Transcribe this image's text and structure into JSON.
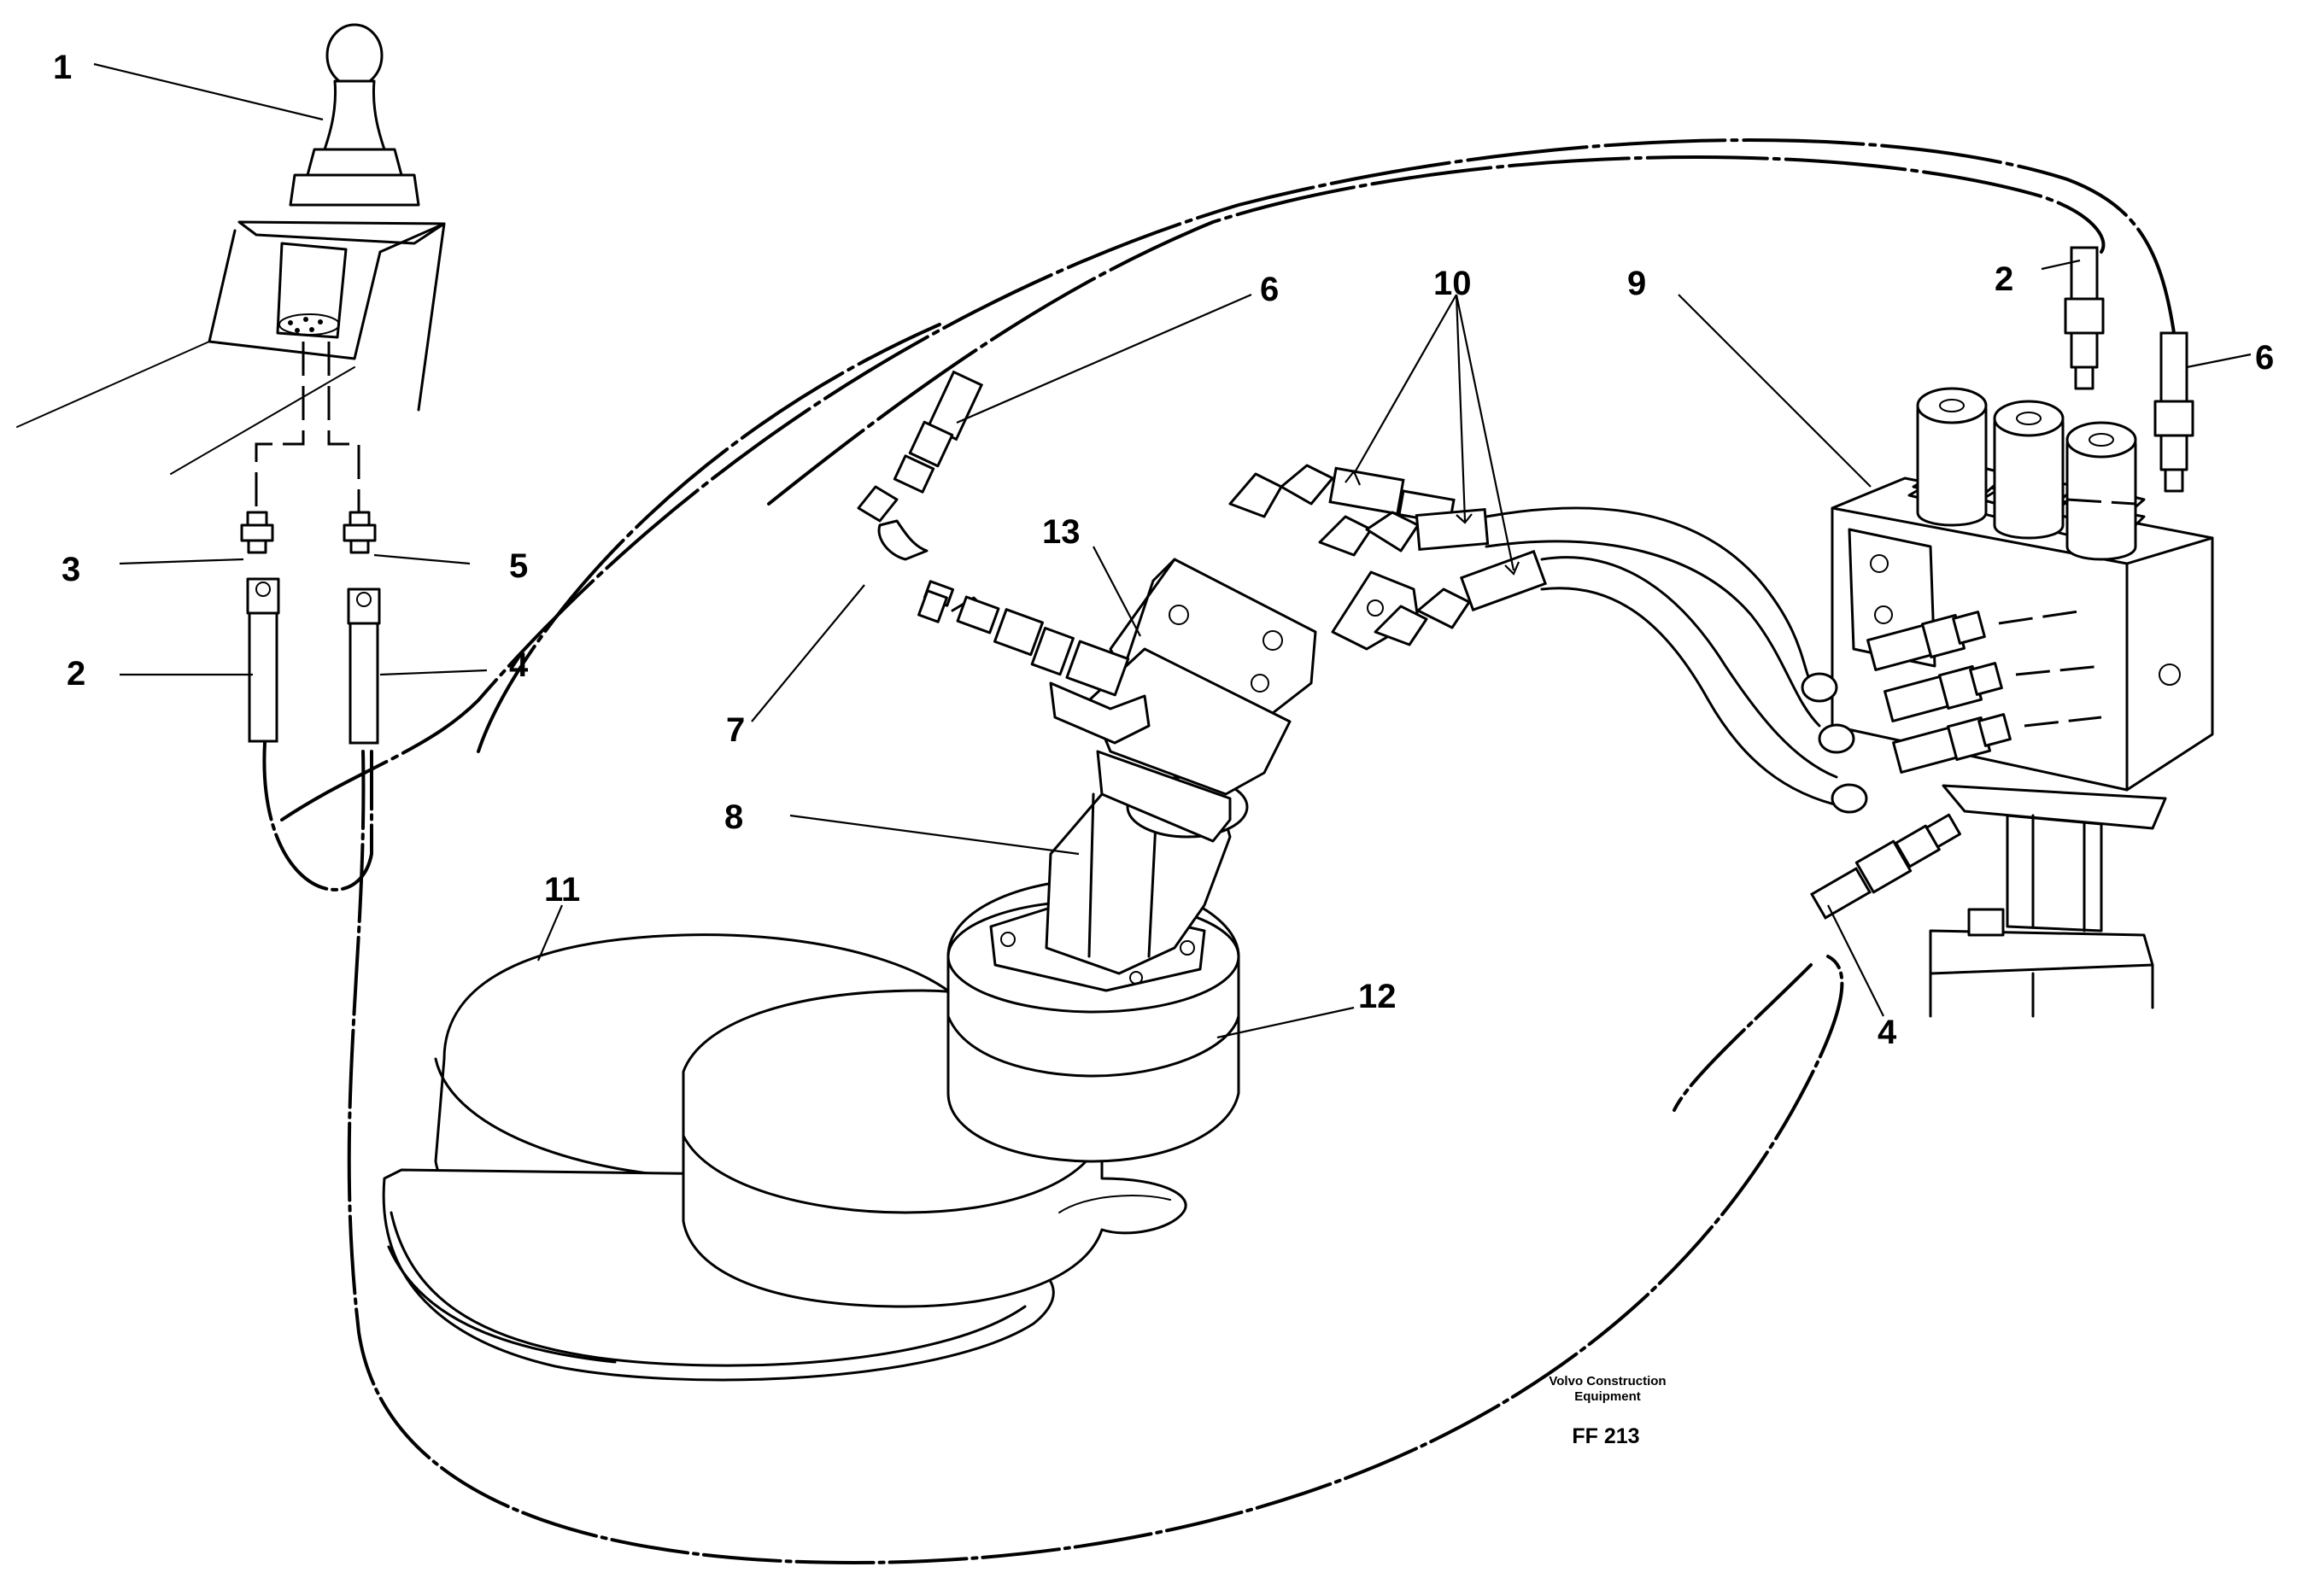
{
  "callouts": {
    "c1": "1",
    "c2_left": "2",
    "c3": "3",
    "c4_left": "4",
    "c5": "5",
    "c6_mid": "6",
    "c7": "7",
    "c8": "8",
    "c9": "9",
    "c10": "10",
    "c11": "11",
    "c12": "12",
    "c13": "13",
    "c2_right": "2",
    "c6_right": "6",
    "c4_right": "4"
  },
  "credit": {
    "line1": "Volvo Construction",
    "line2": "Equipment",
    "code": "FF 213"
  }
}
